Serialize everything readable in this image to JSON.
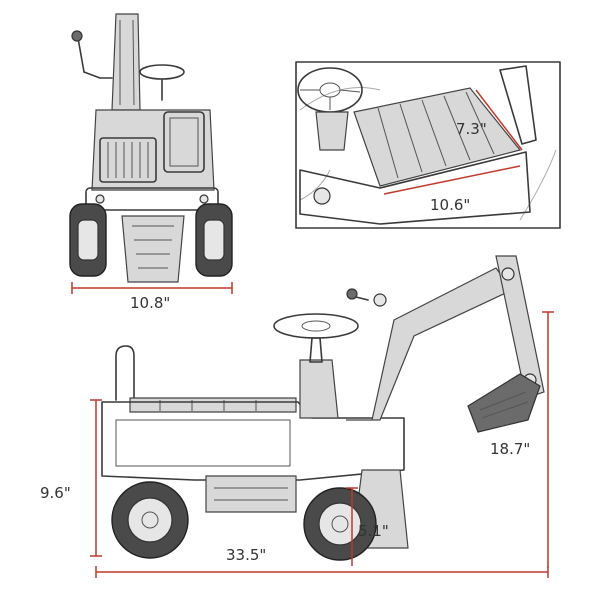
{
  "colors": {
    "dimension_line": "#c0392b",
    "sketch": "#3a3a3a",
    "label": "#333333"
  },
  "dimensions": {
    "front_width": "10.8\"",
    "seat_depth": "7.3\"",
    "seat_length": "10.6\"",
    "overall_height": "18.7\"",
    "seat_height": "9.6\"",
    "overall_length": "33.5\"",
    "ground_clearance": "5.1\""
  }
}
